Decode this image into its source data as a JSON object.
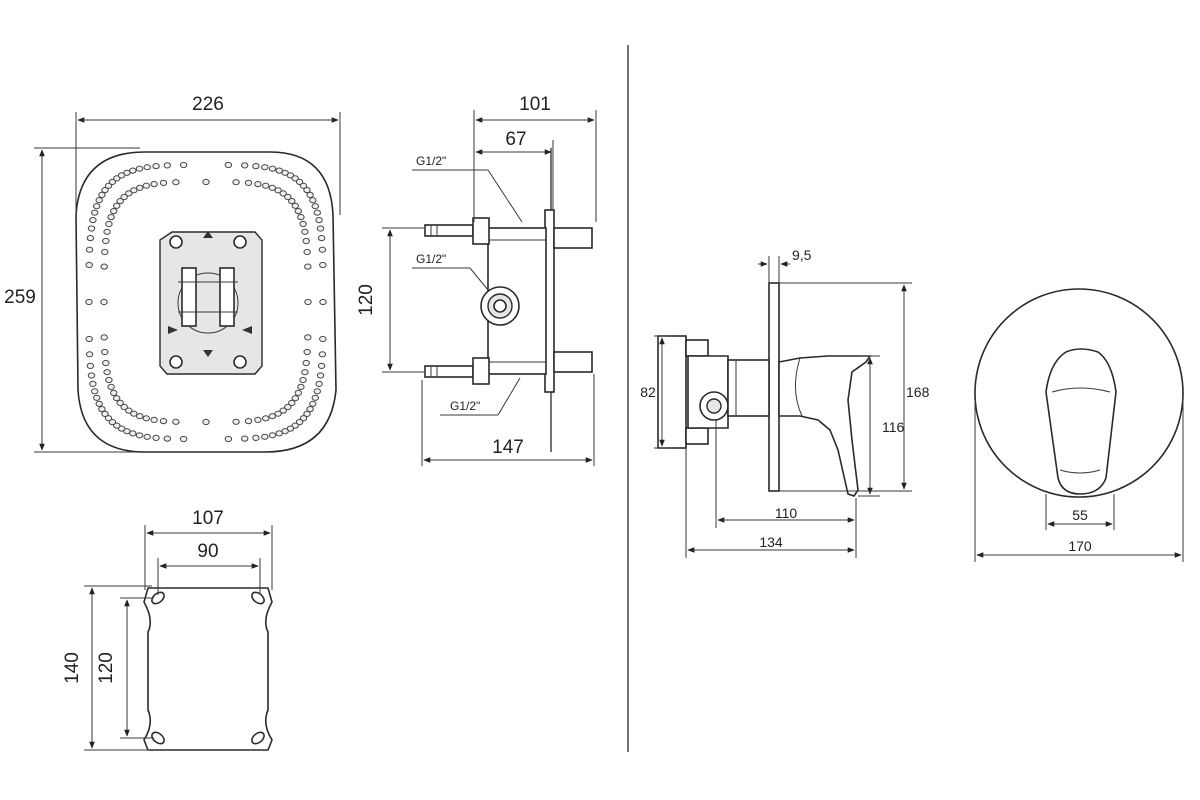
{
  "drawing": {
    "front_view": {
      "width": "226",
      "height": "259"
    },
    "side_view": {
      "depth": "101",
      "inner_depth": "67",
      "connection_spacing": "120",
      "overall": "147",
      "thread_top": "G1/2\"",
      "thread_mid": "G1/2\"",
      "thread_bottom": "G1/2\""
    },
    "plate": {
      "outer_width": "107",
      "inner_width": "90",
      "outer_height": "140",
      "inner_height": "120"
    },
    "mixer_side": {
      "plate_gap": "9,5",
      "body": "82",
      "lever_height": "116",
      "rosette": "168",
      "lever_length": "110",
      "total_length": "134"
    },
    "mixer_front": {
      "lever_width": "55",
      "rosette_diameter": "170"
    }
  },
  "colors": {
    "line": "#2a2a2a",
    "fill": "#e6e6e6"
  }
}
